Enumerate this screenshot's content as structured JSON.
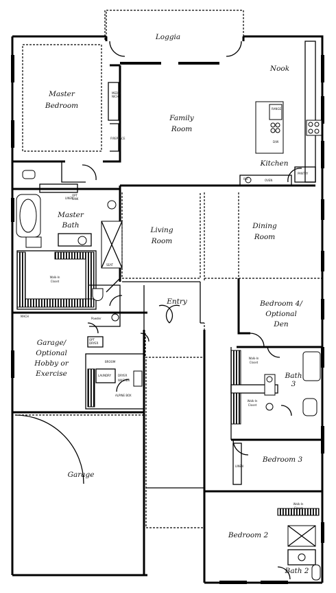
{
  "rooms": {
    "loggia": "Loggia",
    "master_bedroom": [
      "Master",
      "Bedroom"
    ],
    "family_room": [
      "Family",
      "Room"
    ],
    "nook": "Nook",
    "kitchen": "Kitchen",
    "master_bath": [
      "Master",
      "Bath"
    ],
    "living_room": [
      "Living",
      "Room"
    ],
    "dining_room": [
      "Dining",
      "Room"
    ],
    "entry": "Entry",
    "bedroom4": [
      "Bedroom 4/",
      "Optional",
      "Den"
    ],
    "garage_opt": [
      "Garage/",
      "Optional",
      "Hobby or",
      "Exercise"
    ],
    "bath3": [
      "Bath",
      "3"
    ],
    "bedroom3": "Bedroom 3",
    "garage": "Garage",
    "bedroom2": "Bedroom 2",
    "bath2": "Bath 2"
  },
  "small": {
    "walkin": [
      "Walk-In",
      "Closet"
    ],
    "media_niche": [
      "MEDIA",
      "NICHE"
    ],
    "fireplace": "FIREPLACE",
    "range": "RANGE",
    "dw": "D/W",
    "pantry": "PANTRY",
    "ref": "REF",
    "oven": "OVEN",
    "seat": "SEAT",
    "mach": "MACH",
    "linen": "LINEN",
    "powder": "Powder",
    "laundry": "LAUNDRY",
    "broom": "BROOM",
    "dryer": "DRYER",
    "washer": "WASHER",
    "alpine_box": "ALPINE BOX",
    "opt_sink": [
      "OPT",
      "SINK"
    ],
    "opt_dryer": [
      "OPT",
      "DRYER"
    ]
  }
}
